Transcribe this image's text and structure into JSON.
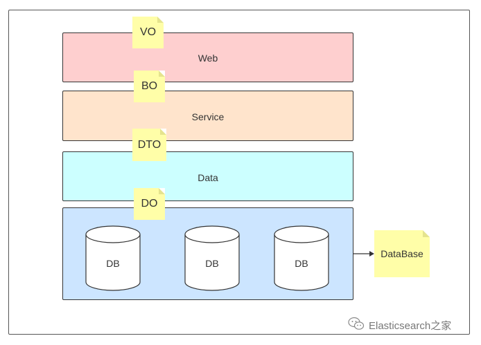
{
  "diagram": {
    "layers": {
      "web": "Web",
      "service": "Service",
      "data": "Data"
    },
    "notes": {
      "vo": "VO",
      "bo": "BO",
      "dto": "DTO",
      "do": "DO",
      "database": "DataBase"
    },
    "databases": [
      "DB",
      "DB",
      "DB"
    ],
    "colors": {
      "web_layer": "#fecfcf",
      "service_layer": "#ffe4cc",
      "data_layer": "#ccffff",
      "db_layer": "#cce5ff",
      "note": "#fffea8"
    }
  },
  "watermark": {
    "text": "Elasticsearch之家",
    "icon": "wechat-icon"
  }
}
